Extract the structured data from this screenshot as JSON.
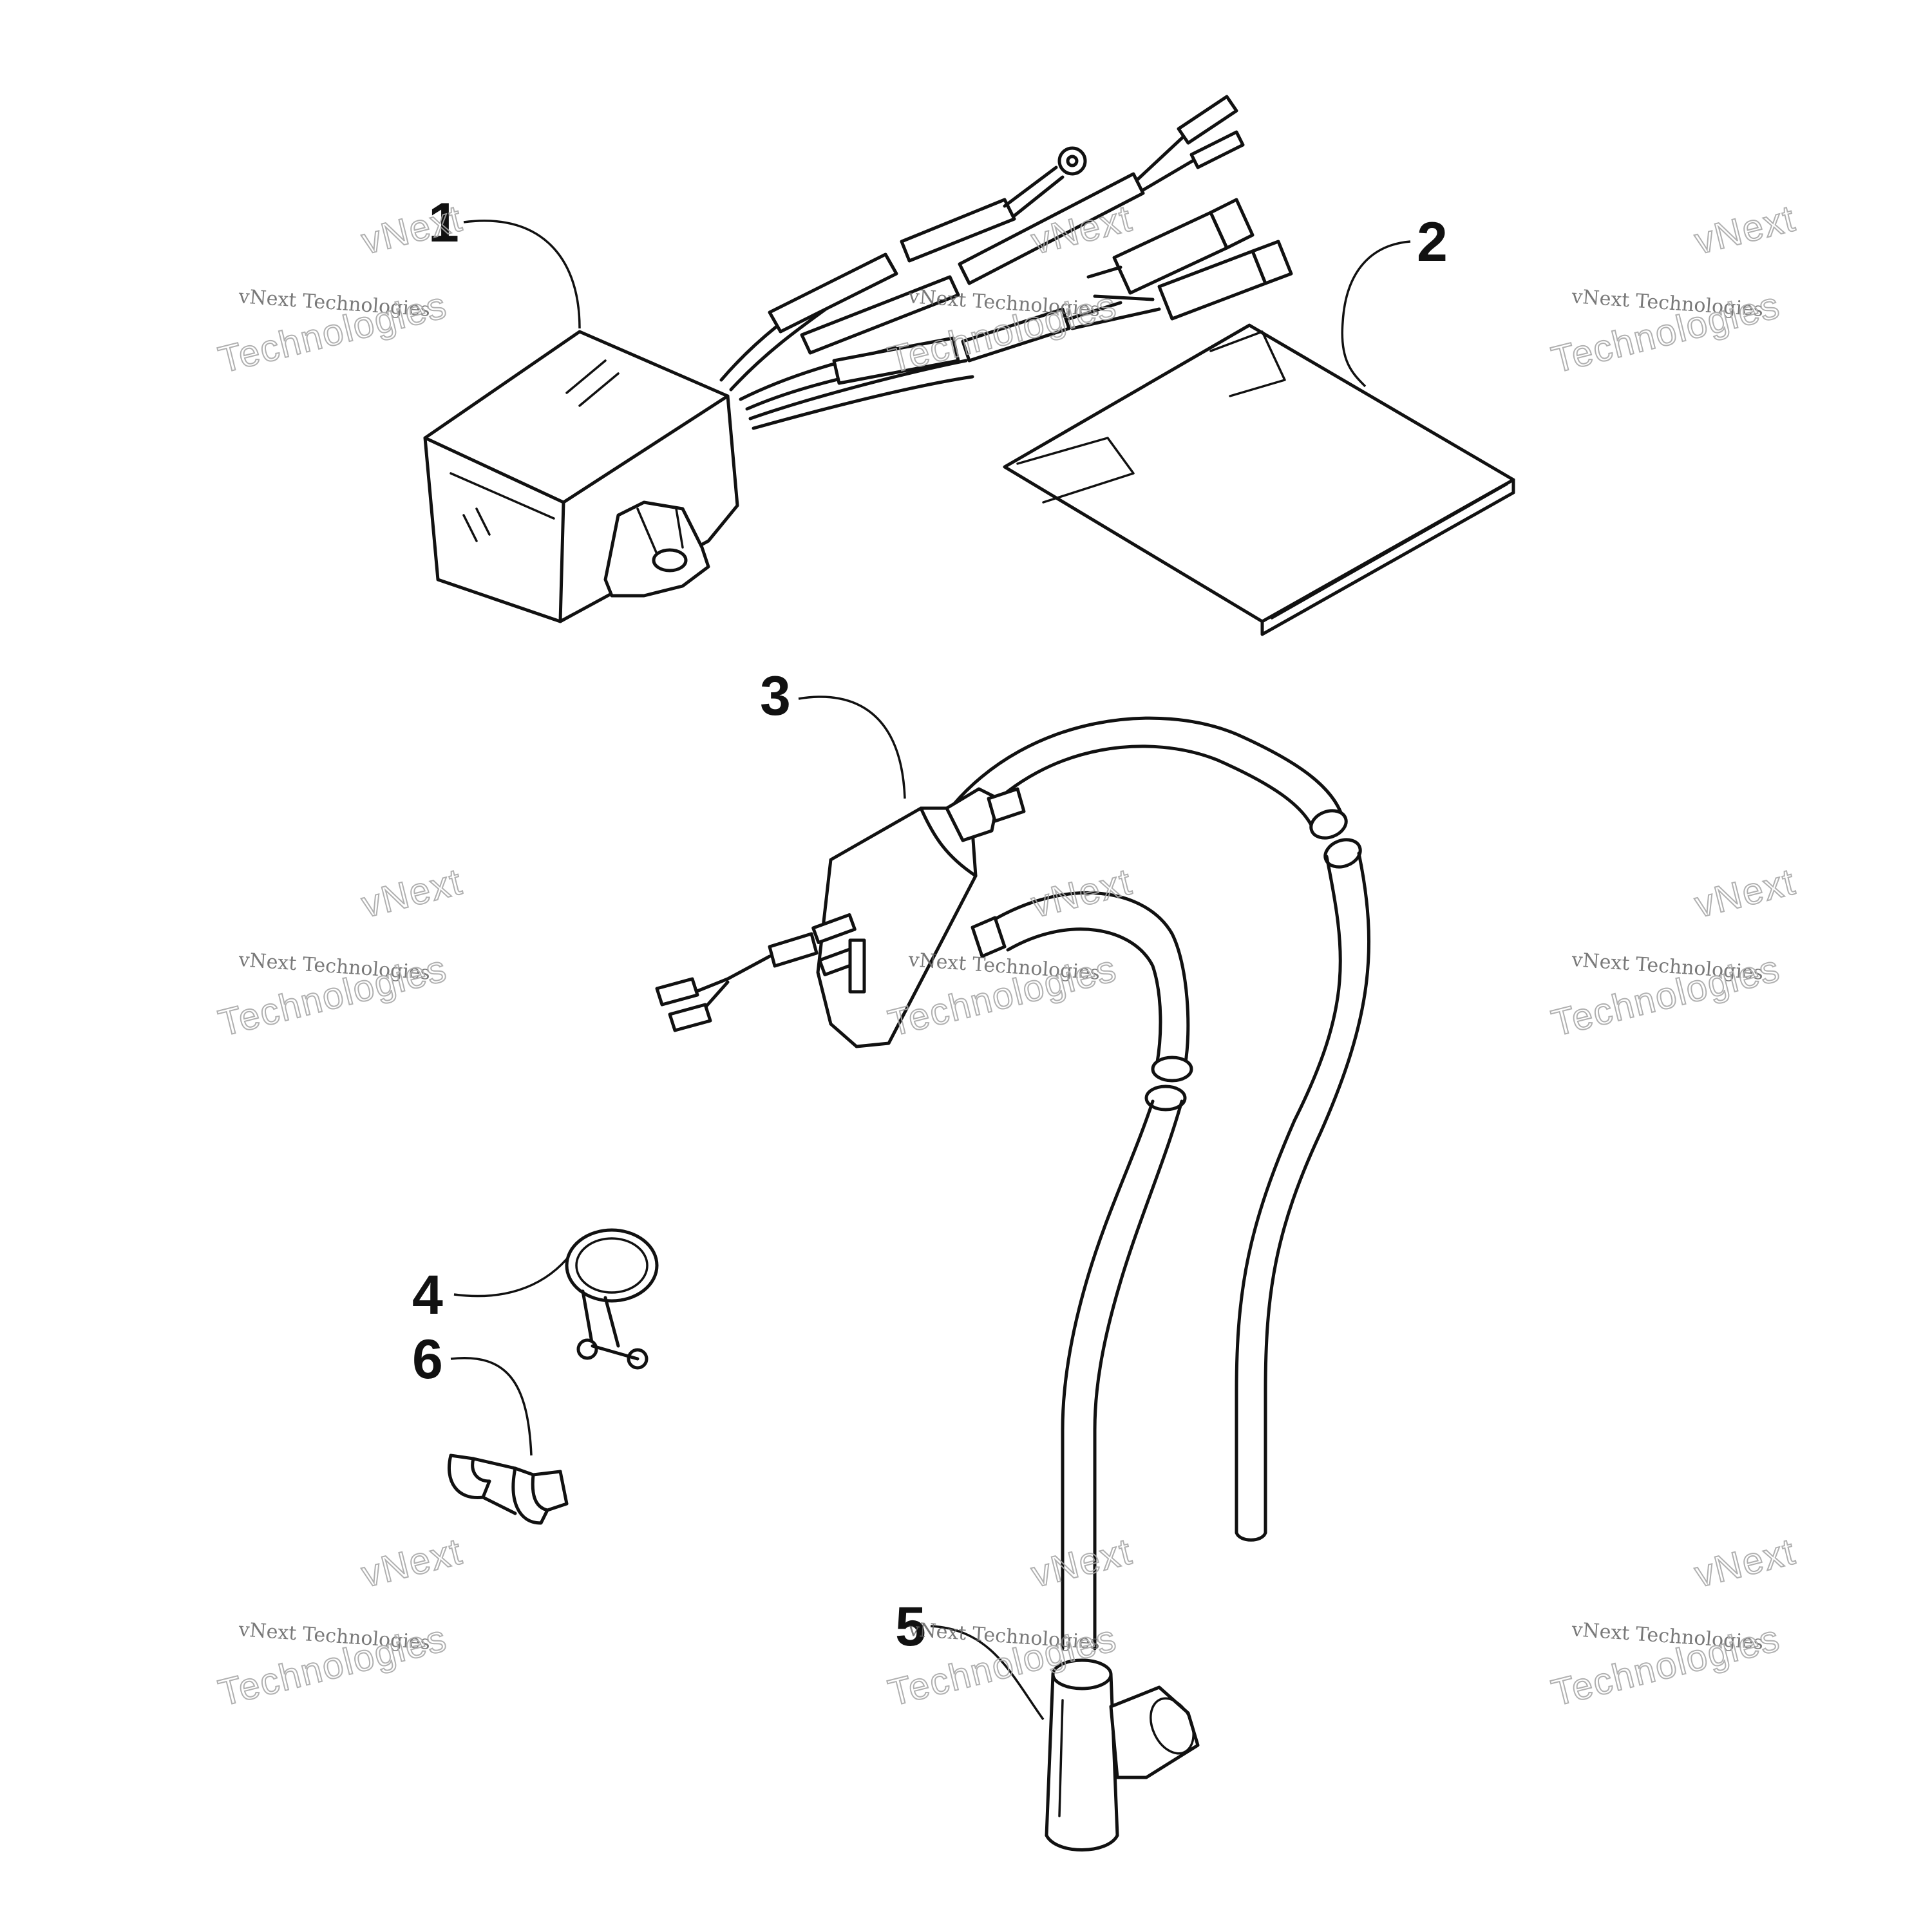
{
  "callouts": [
    "1",
    "2",
    "3",
    "4",
    "5",
    "6"
  ],
  "parts": [
    "cdi-unit",
    "velcro-pad",
    "ignition-coil",
    "hose-clamp",
    "spark-plug-cap",
    "cable-clip"
  ],
  "watermark": {
    "line1": "vNext Technologies",
    "line2a": "vNext",
    "line2b": "Technologies"
  }
}
